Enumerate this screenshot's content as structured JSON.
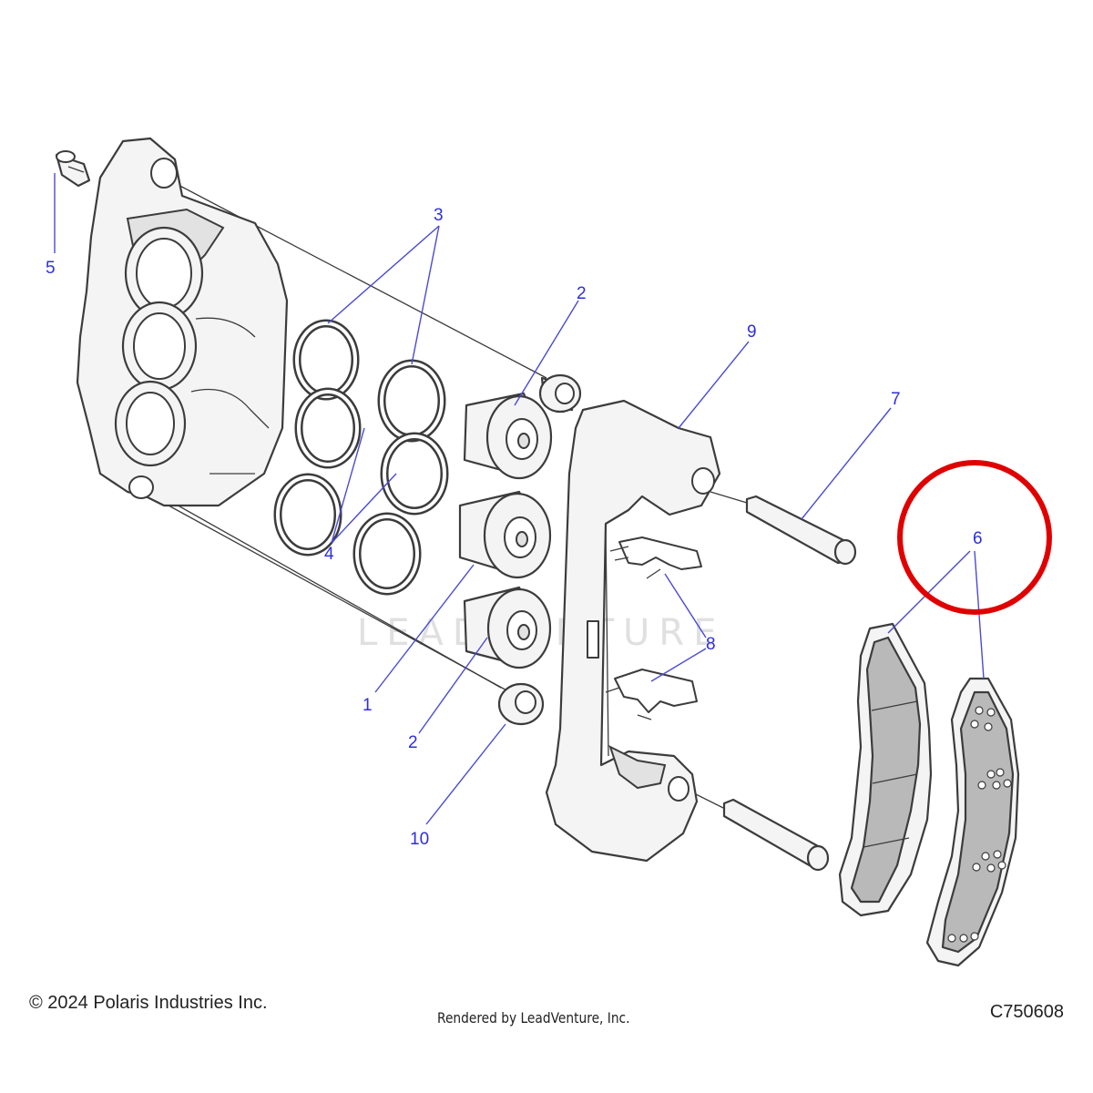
{
  "diagram": {
    "callouts": [
      "1",
      "2",
      "3",
      "4",
      "5",
      "6",
      "7",
      "8",
      "9",
      "10"
    ],
    "callout_color": "#2e2ee0",
    "highlight_color": "#e10000",
    "highlighted_callout": "6",
    "watermark": "LEADVENTURE"
  },
  "footer": {
    "copyright": "© 2024 Polaris Industries Inc.",
    "rendered_by": "Rendered by LeadVenture, Inc.",
    "diagram_id": "C750608"
  }
}
